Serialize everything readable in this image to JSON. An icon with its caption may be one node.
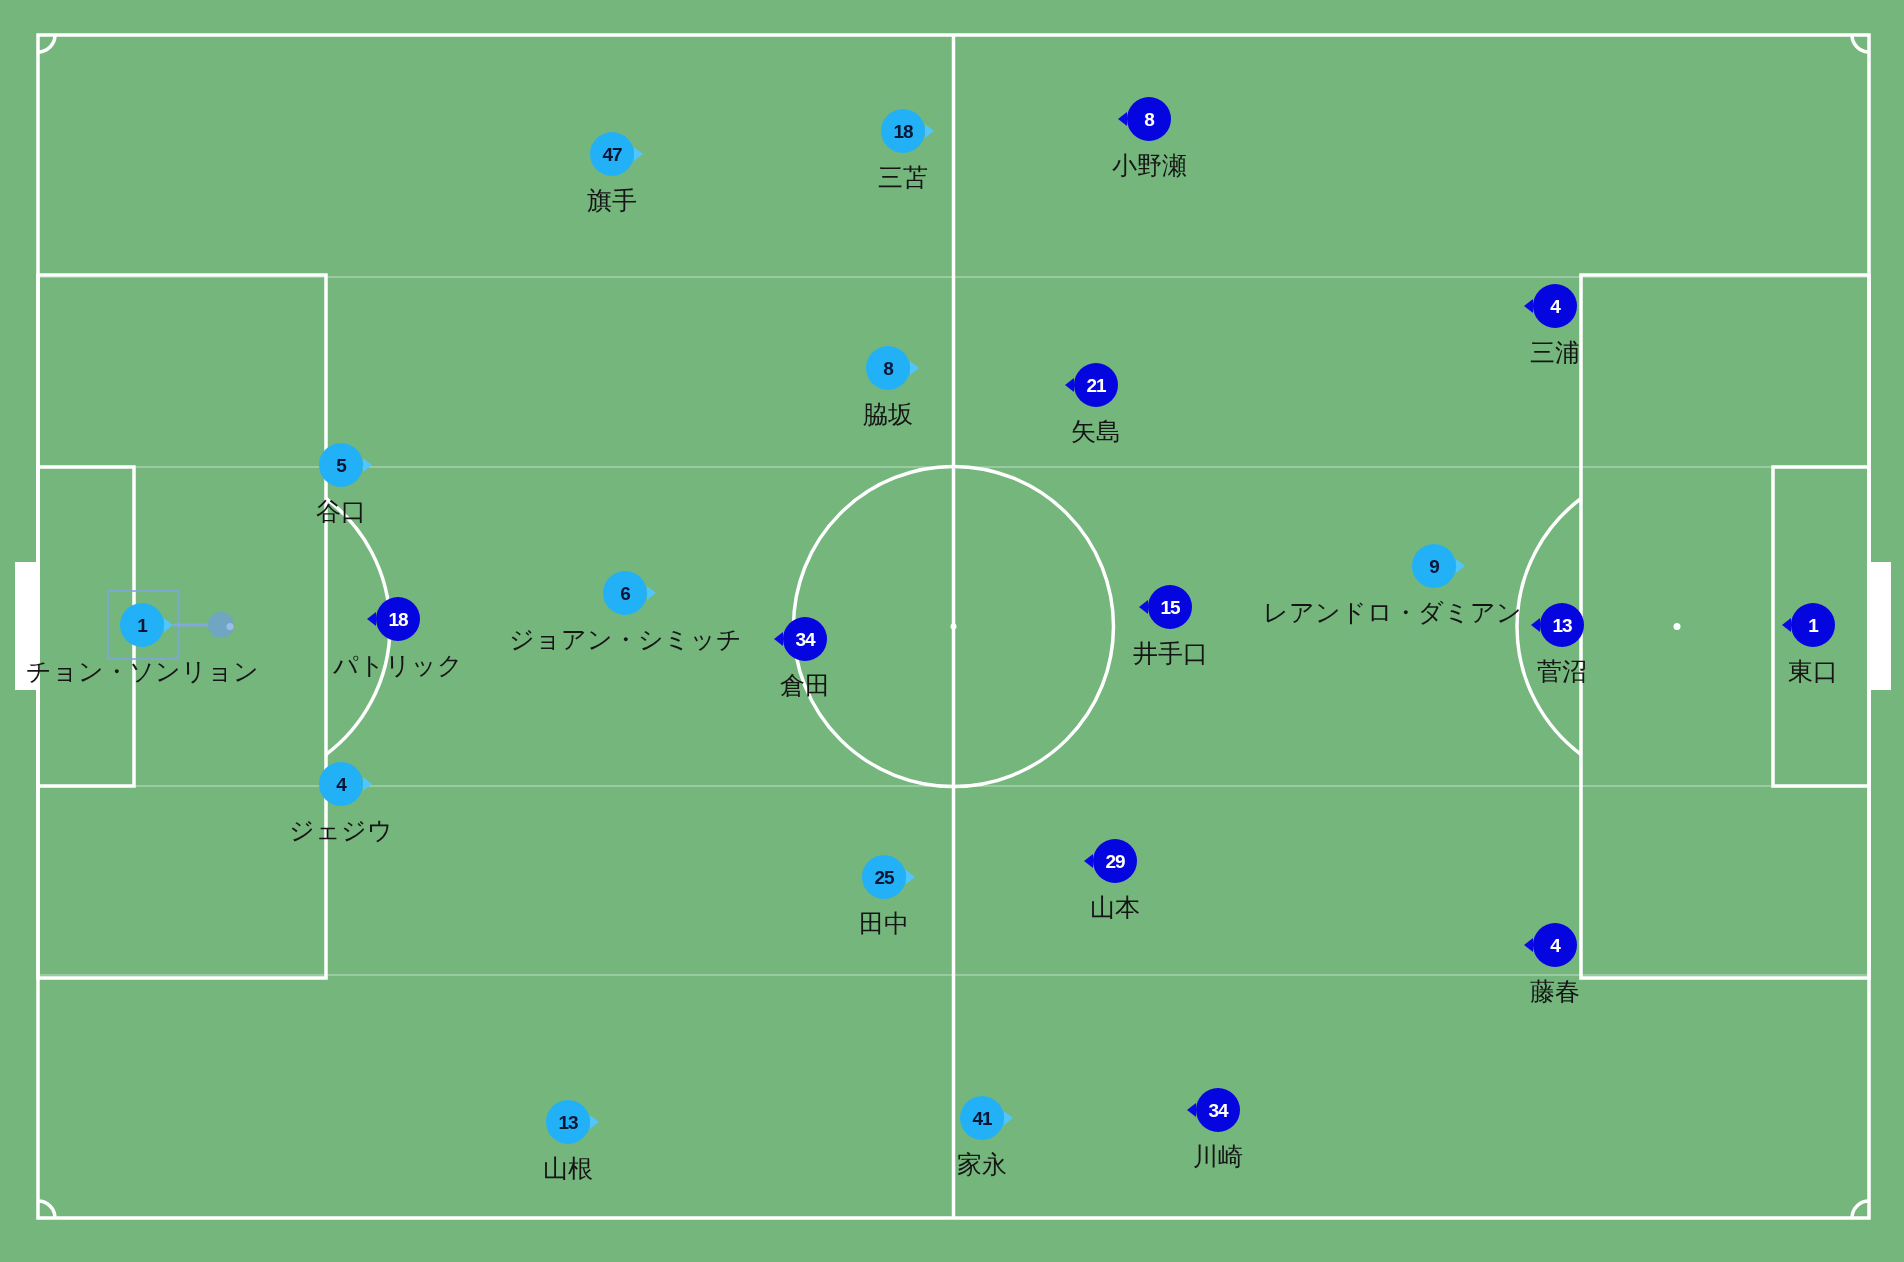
{
  "diagram": {
    "nodes": [
      {
        "text": [
          "1"
        ],
        "beside": [
          "チョン・ソンリョン"
        ]
      },
      {
        "text": [
          "47"
        ],
        "beside": [
          "旗手"
        ]
      },
      {
        "text": [
          "18"
        ],
        "beside": [
          "三苫"
        ]
      },
      {
        "text": [
          "8"
        ],
        "beside": [
          "脇坂"
        ]
      },
      {
        "text": [
          "5"
        ],
        "beside": [
          "谷口"
        ]
      },
      {
        "text": [
          "6"
        ],
        "beside": [
          "ジョアン・シミッチ"
        ]
      },
      {
        "text": [
          "4"
        ],
        "beside": [
          "ジェジウ"
        ]
      },
      {
        "text": [
          "25"
        ],
        "beside": [
          "田中"
        ]
      },
      {
        "text": [
          "13"
        ],
        "beside": [
          "山根"
        ]
      },
      {
        "text": [
          "41"
        ],
        "beside": [
          "家永"
        ]
      },
      {
        "text": [
          "9"
        ],
        "beside": [
          "レアンドロ・ダミアン"
        ]
      },
      {
        "text": [
          "8"
        ],
        "beside": [
          "小野瀬"
        ]
      },
      {
        "text": [
          "21"
        ],
        "beside": [
          "矢島"
        ]
      },
      {
        "text": [
          "4"
        ],
        "beside": [
          "三浦"
        ]
      },
      {
        "text": [
          "18"
        ],
        "beside": [
          "パトリック"
        ]
      },
      {
        "text": [
          "34"
        ],
        "beside": [
          "倉田"
        ]
      },
      {
        "text": [
          "15"
        ],
        "beside": [
          "井手口"
        ]
      },
      {
        "text": [
          "13"
        ],
        "beside": [
          "菅沼"
        ]
      },
      {
        "text": [
          "1"
        ],
        "beside": [
          "東口"
        ]
      },
      {
        "text": [
          "29"
        ],
        "beside": [
          "山本"
        ]
      },
      {
        "text": [
          "4"
        ],
        "beside": [
          "藤春"
        ]
      },
      {
        "text": [
          "34"
        ],
        "beside": [
          "川崎"
        ]
      },
      {
        "text": [],
        "shape": "circle"
      }
    ],
    "edges": [
      {
        "from": 0,
        "to": 22,
        "arrow": "none"
      }
    ]
  }
}
